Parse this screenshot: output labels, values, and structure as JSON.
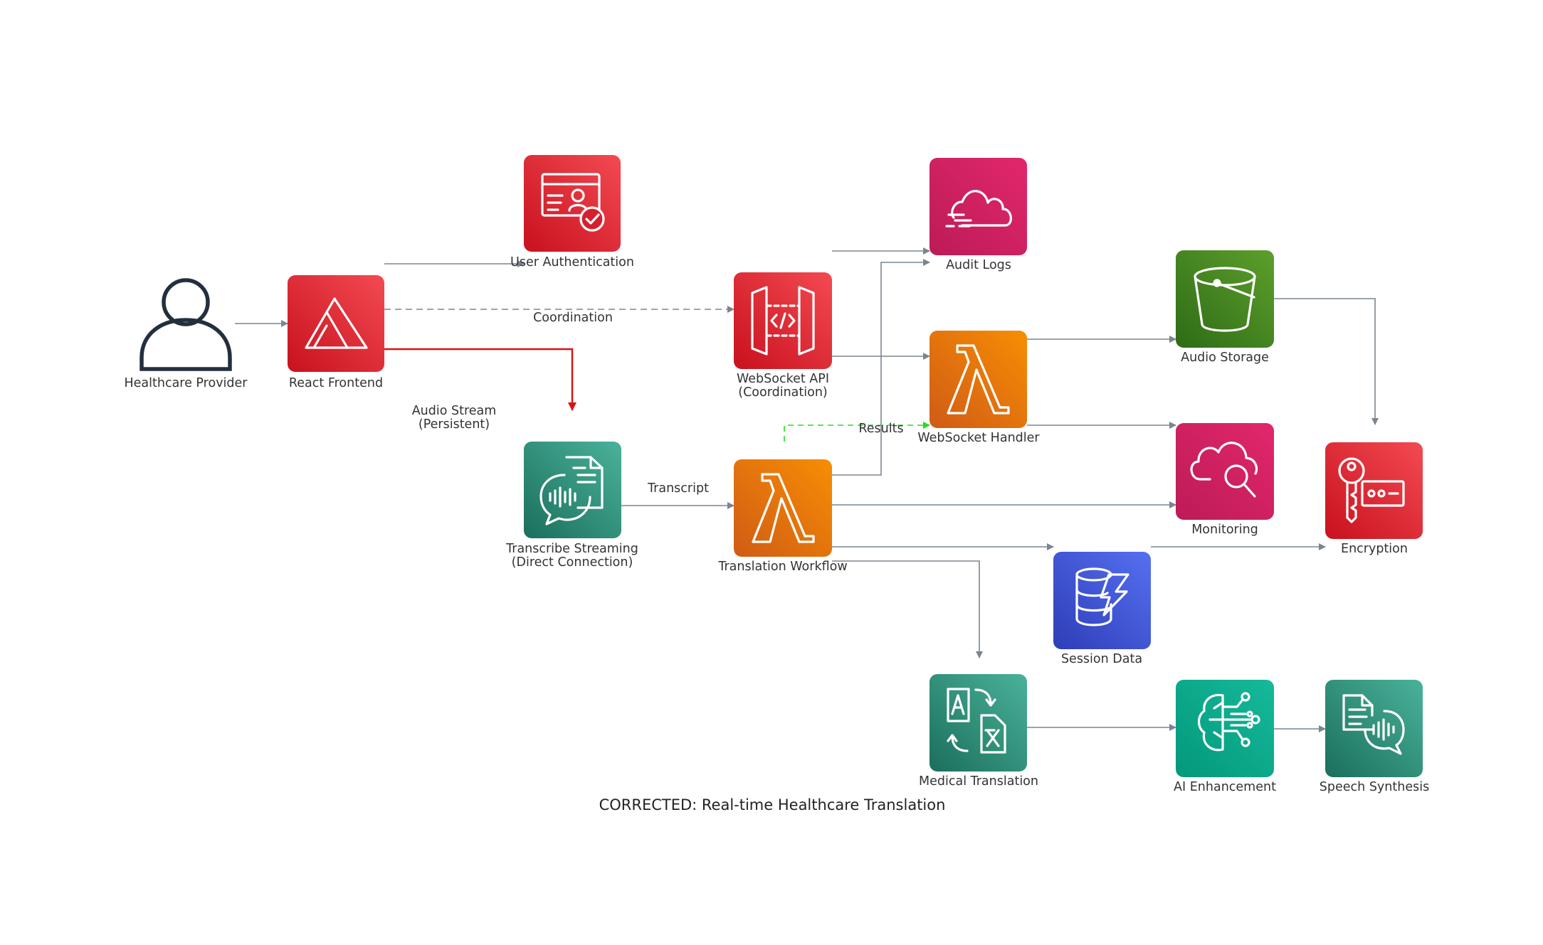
{
  "diagram": {
    "title": "CORRECTED: Real-time Healthcare Translation",
    "nodes": {
      "provider": {
        "label": "Healthcare Provider",
        "icon": "user-icon"
      },
      "frontend": {
        "label": "React Frontend",
        "icon": "amplify-icon",
        "color": "#dd2b3a"
      },
      "auth": {
        "label": "User Authentication",
        "icon": "cognito-id-card-icon",
        "color": "#dd2b3a"
      },
      "wsapi": {
        "label_1": "WebSocket API",
        "label_2": "(Coordination)",
        "icon": "api-gateway-icon",
        "color": "#dd2b3a"
      },
      "transcribe": {
        "label_1": "Transcribe Streaming",
        "label_2": "(Direct Connection)",
        "icon": "transcribe-icon",
        "color": "#2a8b74"
      },
      "translation_wf": {
        "label": "Translation Workflow",
        "icon": "lambda-icon",
        "color": "#e8770e"
      },
      "audit": {
        "label": "Audit Logs",
        "icon": "cloudtrail-icon",
        "color": "#cc2264"
      },
      "ws_handler": {
        "label": "WebSocket Handler",
        "icon": "lambda-icon",
        "color": "#e8770e"
      },
      "audio_storage": {
        "label": "Audio Storage",
        "icon": "s3-bucket-icon",
        "color": "#3f8624"
      },
      "monitoring": {
        "label": "Monitoring",
        "icon": "cloudwatch-icon",
        "color": "#cc2264"
      },
      "encryption": {
        "label": "Encryption",
        "icon": "kms-key-icon",
        "color": "#dd2b3a"
      },
      "session": {
        "label": "Session Data",
        "icon": "dynamodb-icon",
        "color": "#3b48cc"
      },
      "med_translate": {
        "label": "Medical Translation",
        "icon": "translate-icon",
        "color": "#2a8b74"
      },
      "ai": {
        "label": "AI Enhancement",
        "icon": "bedrock-icon",
        "color": "#01a88d"
      },
      "speech": {
        "label": "Speech Synthesis",
        "icon": "polly-icon",
        "color": "#2a8b74"
      }
    },
    "edge_labels": {
      "coordination": "Coordination",
      "audio_stream_1": "Audio Stream",
      "audio_stream_2": "(Persistent)",
      "transcript": "Transcript",
      "results": "Results"
    },
    "colors": {
      "edge": "#7a8590",
      "audio_stream": "#e01010",
      "results": "#22dd22"
    }
  }
}
